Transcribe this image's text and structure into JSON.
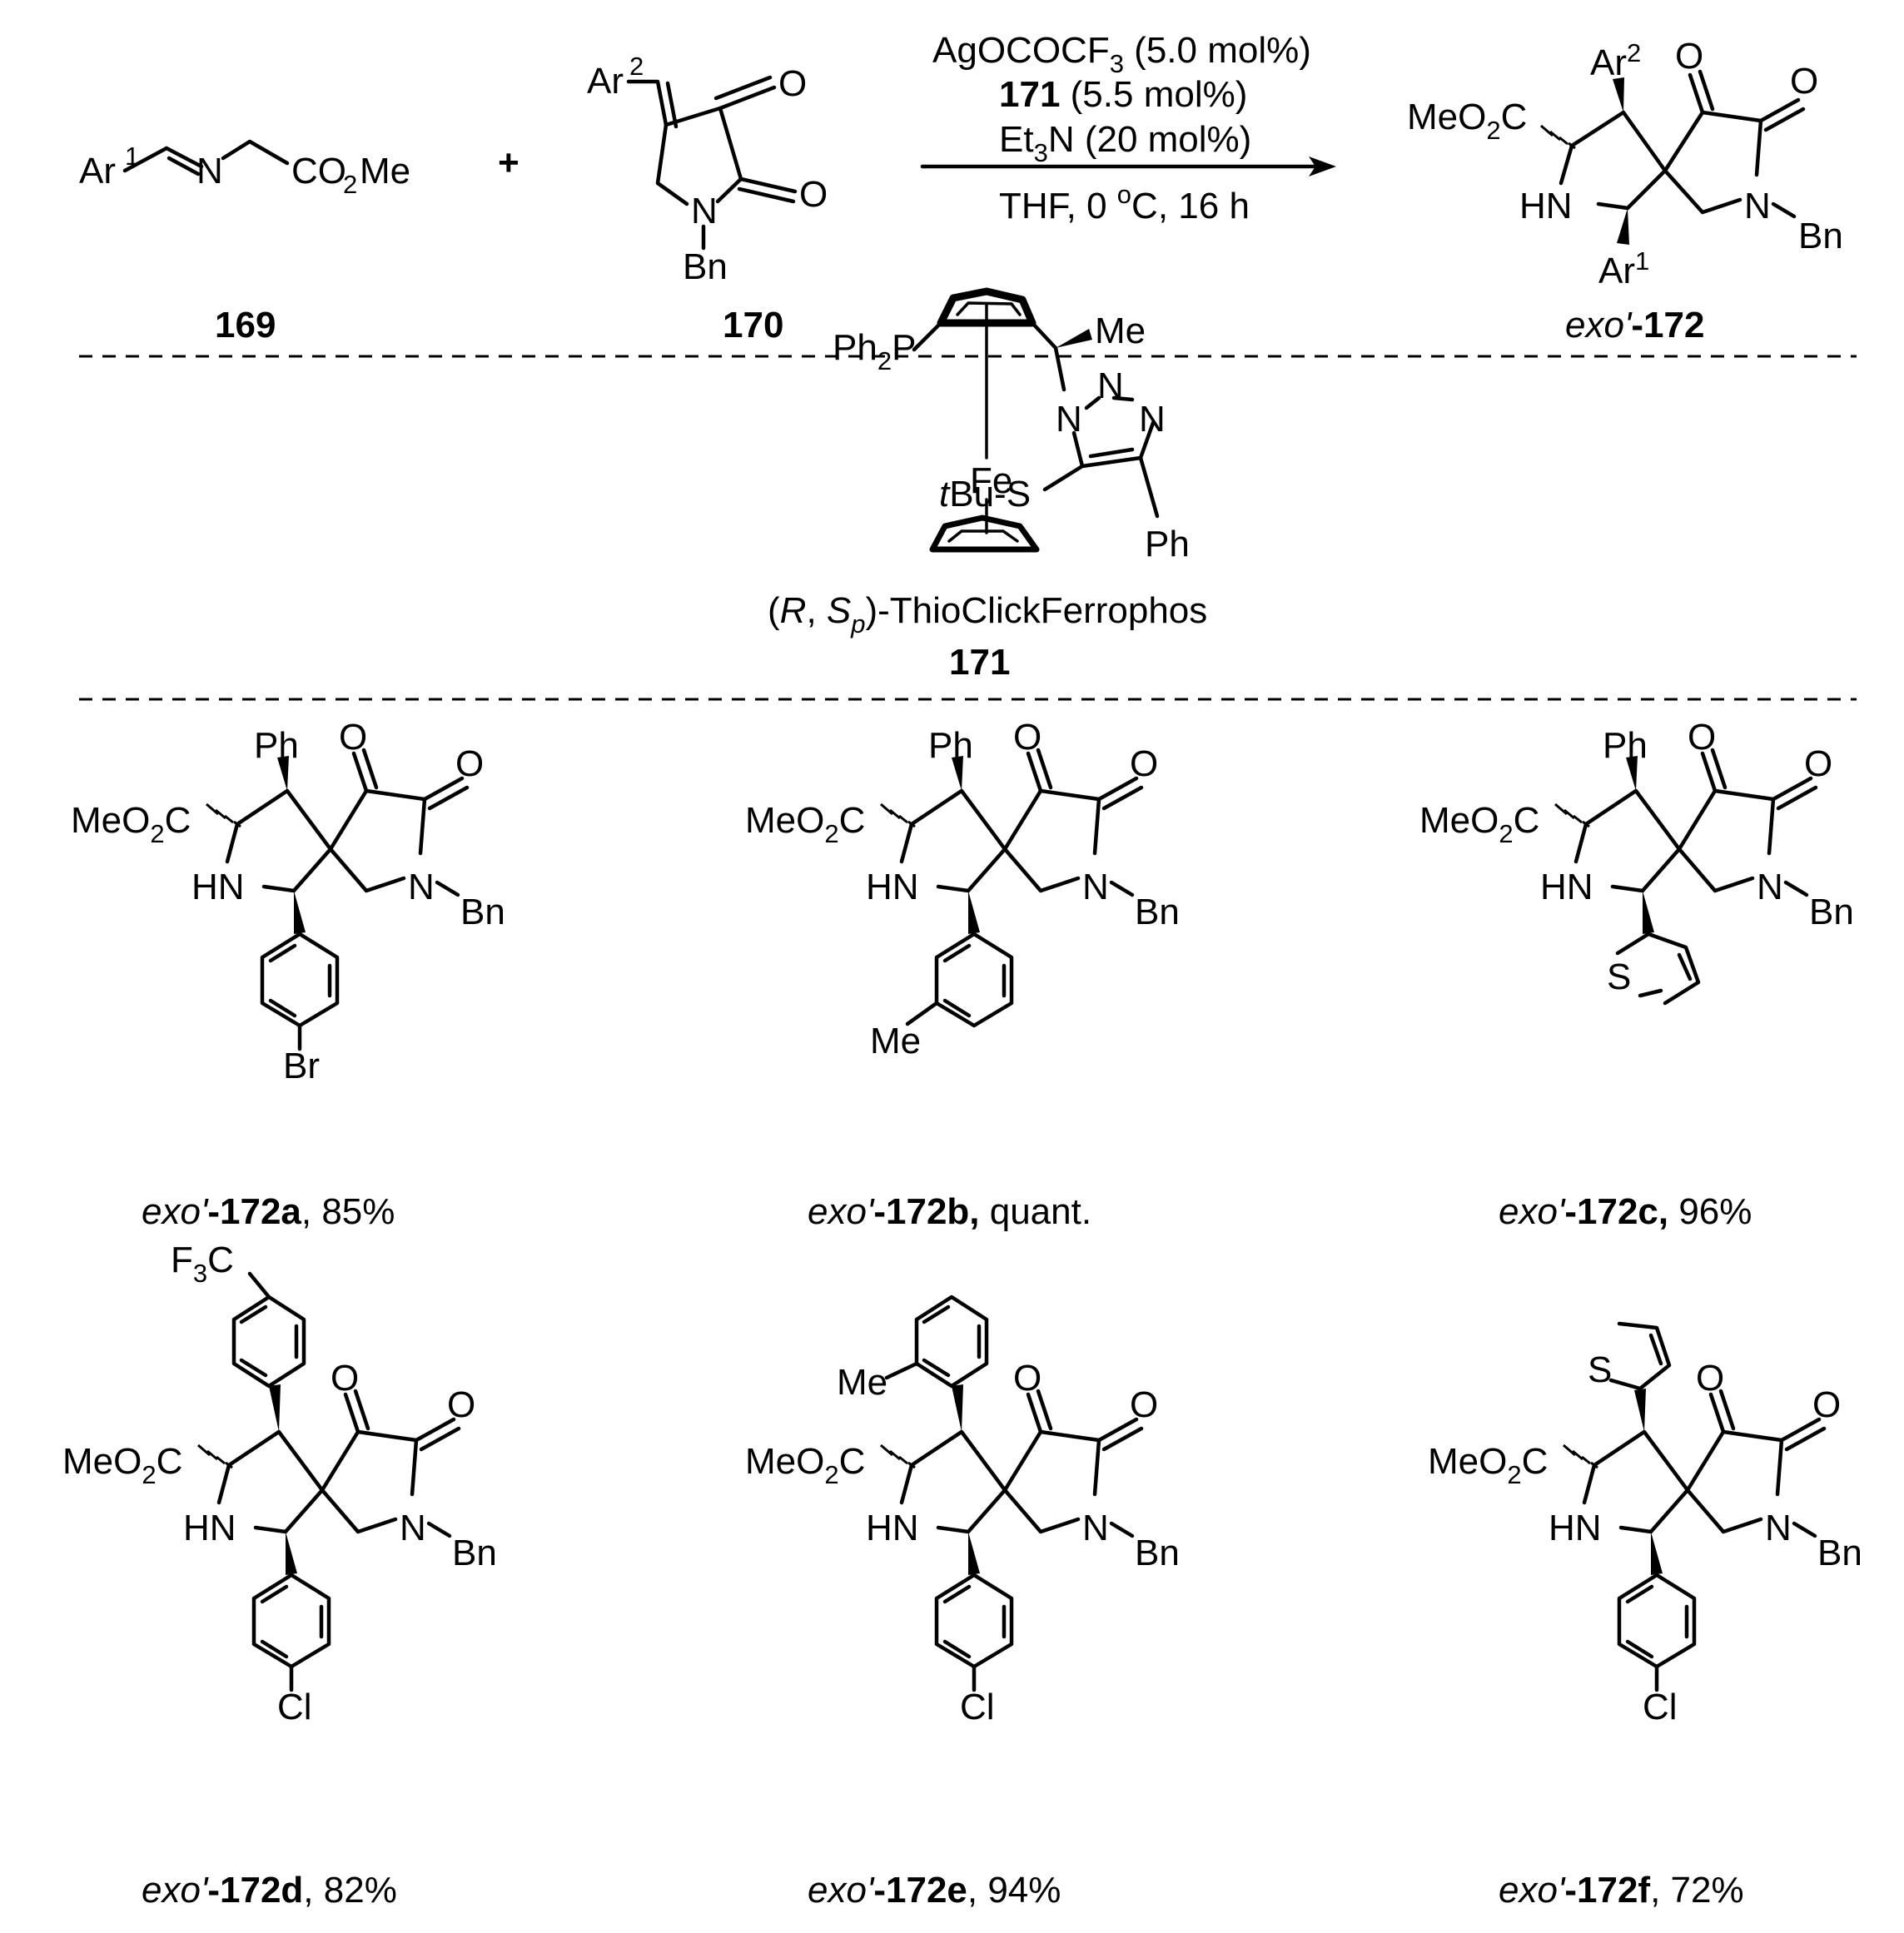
{
  "scheme": {
    "reactant_1": {
      "label": "169",
      "atoms": [
        "Ar",
        "1",
        "N",
        "CO",
        "2",
        "Me"
      ]
    },
    "plus": "+",
    "reactant_2": {
      "label": "170",
      "atoms": [
        "Ar",
        "2",
        "O",
        "O",
        "N",
        "Bn"
      ]
    },
    "conditions": {
      "line1_main": "AgOCOCF",
      "line1_sub": "3",
      "line1_tail": " (5.0 mol%)",
      "line2_bold": "171",
      "line2_tail": " (5.5 mol%)",
      "line3_main": "Et",
      "line3_sub": "3",
      "line3_tail": "N (20 mol%)",
      "line4_main": "THF,  0 ",
      "line4_sup": "o",
      "line4_tail": "C, 16 h"
    },
    "product": {
      "label_italic": "exo'",
      "label_bold": "-172",
      "ar_top": "Ar",
      "ar_top_sup": "2",
      "ar_bottom": "Ar",
      "ar_bottom_sup": "1"
    }
  },
  "common": {
    "ester": "MeO",
    "ester_sub": "2",
    "ester_tail": "C",
    "nh": "HN",
    "o": "O",
    "n": "N",
    "bn": "Bn"
  },
  "catalyst": {
    "ph2p": "Ph",
    "ph2p_sub": "2",
    "ph2p_tail": "P",
    "fe": "Fe",
    "me": "Me",
    "n": "N",
    "tbu_italic": "t",
    "tbu_tail": "Bu-S",
    "ph": "Ph",
    "name_open": "(",
    "name_r": "R",
    "name_comma": ", ",
    "name_s": "S",
    "name_p": "p",
    "name_tail": ")-ThioClickFerrophos",
    "label": "171"
  },
  "examples": [
    {
      "italic": "exo'",
      "bold": "-172a",
      "tail": ", 85%",
      "top": "Ph",
      "subst": "Br"
    },
    {
      "italic": "exo'",
      "bold": "-172b,",
      "tail": " quant.",
      "top": "Ph",
      "subst": "Me"
    },
    {
      "italic": "exo'",
      "bold": "-172c,",
      "tail": " 96%",
      "top": "Ph",
      "subst": "S"
    },
    {
      "italic": "exo'",
      "bold": "-172d",
      "tail": ", 82%",
      "top_main": "F",
      "top_sub": "3",
      "top_tail": "C",
      "subst": "Cl"
    },
    {
      "italic": "exo'",
      "bold": "-172e",
      "tail": ", 94%",
      "top": "Me",
      "subst": "Cl"
    },
    {
      "italic": "exo'",
      "bold": "-172f",
      "tail": ", 72%",
      "top": "S",
      "subst": "Cl"
    }
  ]
}
